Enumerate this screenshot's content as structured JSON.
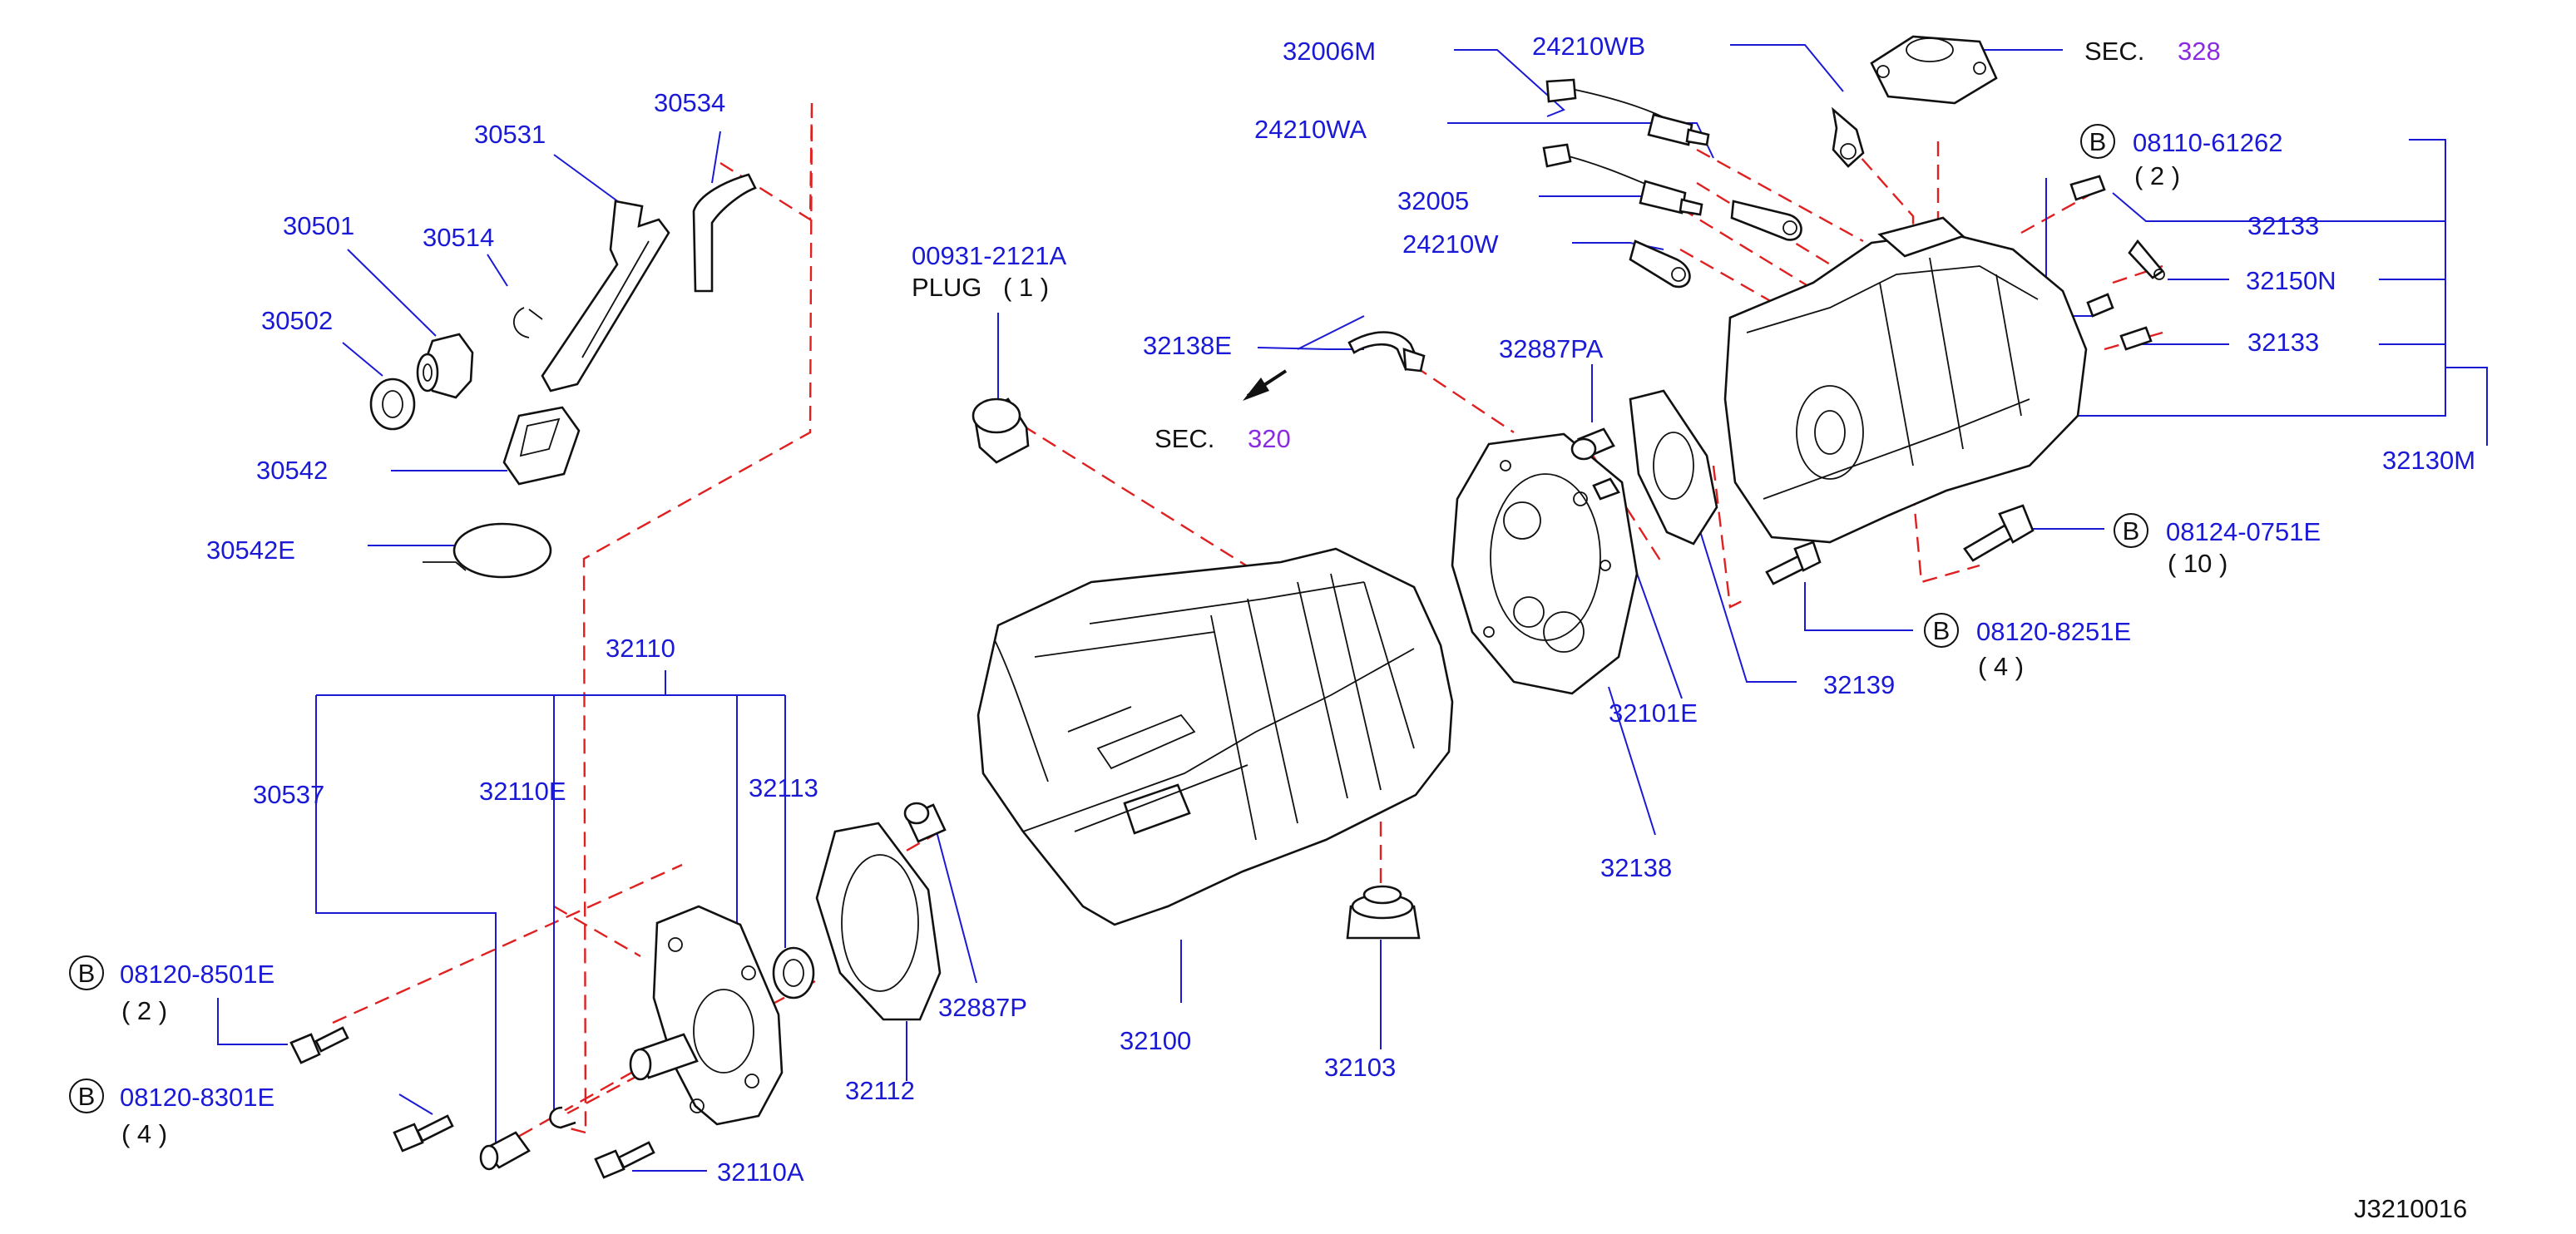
{
  "diagram_id": "J3210016",
  "labels": {
    "p30531": "30531",
    "p30534": "30534",
    "p30501": "30501",
    "p30514": "30514",
    "p30502": "30502",
    "p30542": "30542",
    "p30542E": "30542E",
    "p32110": "32110",
    "p30537": "30537",
    "p32110E": "32110E",
    "p32113": "32113",
    "b1": "08120-8501E",
    "b1q": "( 2 )",
    "b2": "08120-8301E",
    "b2q": "( 4 )",
    "p32110A": "32110A",
    "p32112": "32112",
    "p32887P": "32887P",
    "p32100": "32100",
    "p32103": "32103",
    "p00931": "00931-2121A",
    "plug": "PLUG",
    "plugq": "( 1 )",
    "p32138E": "32138E",
    "sec": "SEC.",
    "sec320": "320",
    "sec328": "328",
    "p32006M": "32006M",
    "p24210WB": "24210WB",
    "p24210WA": "24210WA",
    "p32005": "32005",
    "p24210W": "24210W",
    "p32887PA": "32887PA",
    "p32101E": "32101E",
    "p32138": "32138",
    "p32139": "32139",
    "b3": "08110-61262",
    "b3q": "( 2 )",
    "p32133a": "32133",
    "p32150N": "32150N",
    "p32133b": "32133",
    "p32130M": "32130M",
    "b4": "08124-0751E",
    "b4q": "( 10 )",
    "b5": "08120-8251E",
    "b5q": "( 4 )",
    "bolt_mark": "B"
  }
}
